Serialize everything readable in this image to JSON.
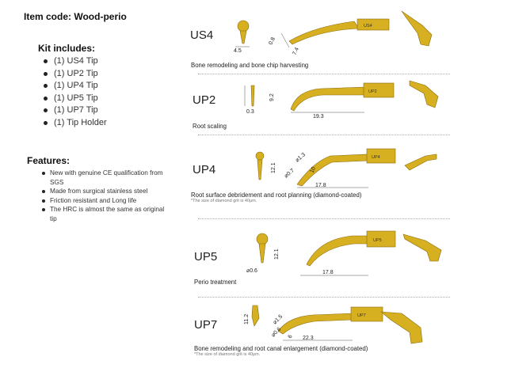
{
  "header": {
    "item_code": "Item code: Wood-perio"
  },
  "kit": {
    "title": "Kit includes:",
    "items": [
      "(1) US4 Tip",
      "(1) UP2 Tip",
      "(1) UP4 Tip",
      "(1) UP5 Tip",
      "(1) UP7 Tip",
      "(1) Tip Holder"
    ]
  },
  "features": {
    "title": "Features:",
    "items": [
      "New with genuine CE qualification from SGS",
      "Made from surgical stainless steel",
      "Friction resistant and Long life",
      "The HRC is almost the same as original tip"
    ]
  },
  "tips": [
    {
      "name": "US4",
      "label": "US4",
      "description": "Bone remodeling and bone chip harvesting",
      "dims": [
        "4.5",
        "0.8",
        "7.4"
      ]
    },
    {
      "name": "UP2",
      "label": "UP2",
      "description": "Root scaling",
      "dims": [
        "0.3",
        "9.2",
        "19.3"
      ]
    },
    {
      "name": "UP4",
      "label": "UP4",
      "description": "Root surface debridement and root planning (diamond-coated)",
      "note": "*The size of diamond grit is 40μm.",
      "dims": [
        "12.1",
        "⌀1.3",
        "10",
        "⌀0.7",
        "17.8"
      ]
    },
    {
      "name": "UP5",
      "label": "UP5",
      "description": "Perio treatment",
      "dims": [
        "12.1",
        "⌀0.6",
        "17.8"
      ]
    },
    {
      "name": "UP7",
      "label": "UP7",
      "description": "Bone remodeling and root canal enlargement (diamond-coated)",
      "note": "*The size of diamond grit is 40μm.",
      "dims": [
        "11.2",
        "⌀1.5",
        "⌀0.6",
        "6",
        "22.3"
      ]
    }
  ],
  "colors": {
    "gold": "#d7b021",
    "gold_dark": "#8a6a0a"
  }
}
